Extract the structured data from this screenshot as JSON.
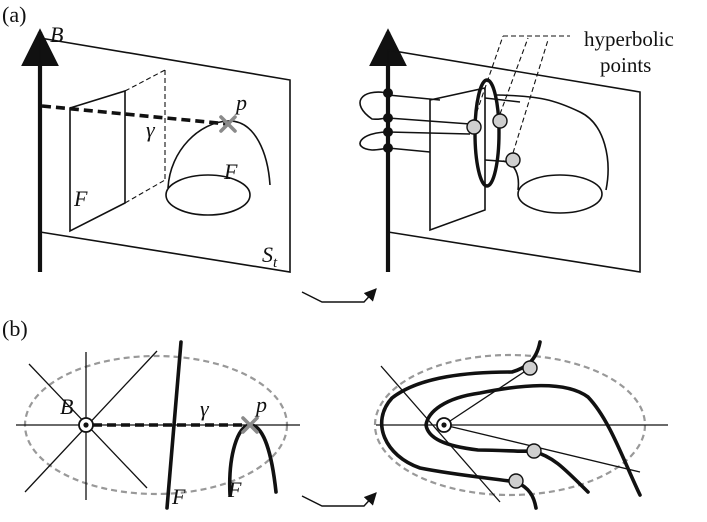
{
  "panel_a": {
    "tag": "(a)",
    "label_B": "B",
    "label_p": "p",
    "label_gamma": "γ",
    "label_F_left": "F",
    "label_F_right": "F",
    "label_St_main": "S",
    "label_St_sub": "t",
    "annotation_line1": "hyperbolic",
    "annotation_line2": "points"
  },
  "panel_b": {
    "tag": "(b)",
    "label_B": "B",
    "label_p": "p",
    "label_gamma": "γ",
    "label_F_left": "F",
    "label_F_right": "F"
  },
  "colors": {
    "ink": "#111111",
    "gray_marker": "#8a8a8a",
    "gray_dot_fill": "#cfcfcf",
    "gray_dashed_ellipse": "#999999"
  }
}
